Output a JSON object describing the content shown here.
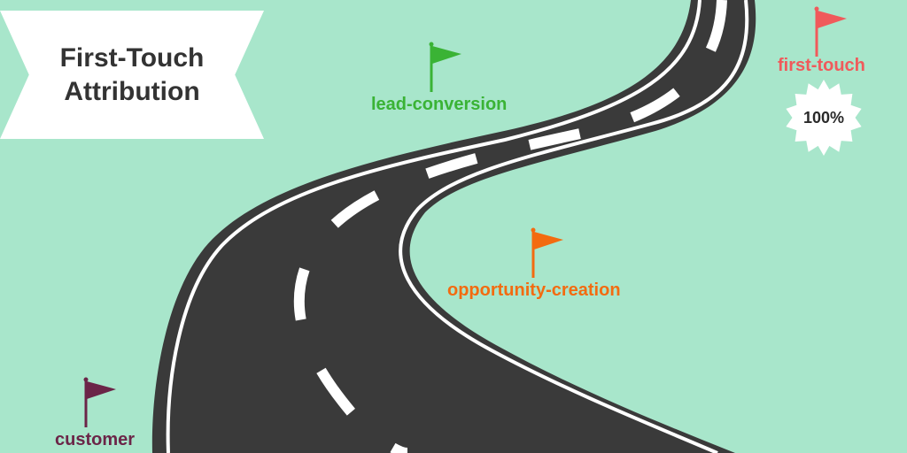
{
  "title": {
    "line1": "First-Touch",
    "line2": "Attribution"
  },
  "stages": [
    {
      "key": "first-touch",
      "label": "first-touch",
      "color": "#f05a5b",
      "badge": "100%"
    },
    {
      "key": "lead-conversion",
      "label": "lead-conversion",
      "color": "#3ab335"
    },
    {
      "key": "opportunity-creation",
      "label": "opportunity-creation",
      "color": "#f36b10"
    },
    {
      "key": "customer",
      "label": "customer",
      "color": "#6b2548"
    }
  ],
  "colors": {
    "background": "#a8e6cb",
    "road": "#3a3a3a",
    "road_lines": "#ffffff",
    "banner": "#ffffff",
    "title_text": "#333333"
  },
  "icons": [
    "flag-icon",
    "starburst-seal-icon",
    "winding-road"
  ]
}
